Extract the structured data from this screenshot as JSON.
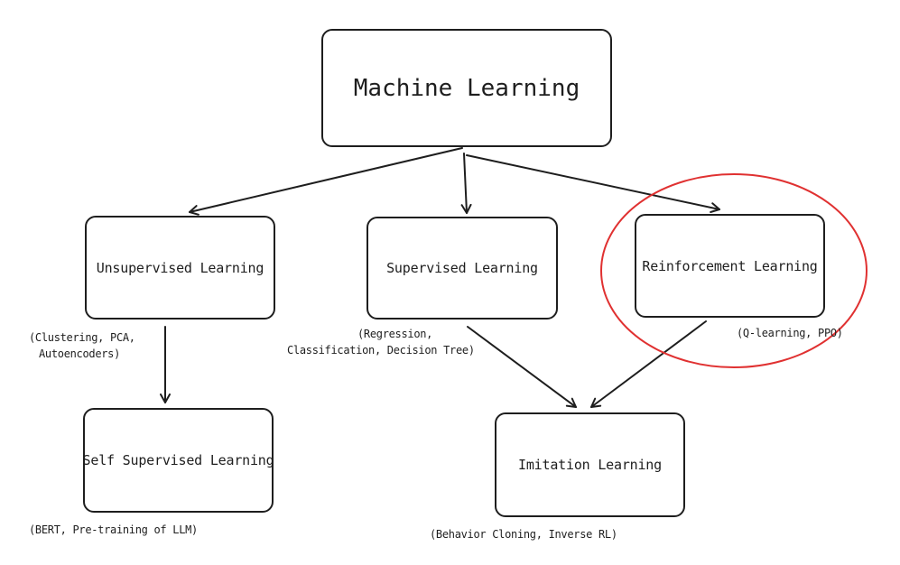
{
  "colors": {
    "stroke": "#1e1e1e",
    "highlight": "#e03131",
    "background": "#ffffff"
  },
  "nodes": {
    "machine_learning": "Machine Learning",
    "unsupervised_learning": "Unsupervised Learning",
    "supervised_learning": "Supervised Learning",
    "reinforcement_learning": "Reinforcement Learning",
    "self_supervised_learning": "Self Supervised Learning",
    "imitation_learning": "Imitation Learning"
  },
  "notes": {
    "unsupervised_line1": "(Clustering, PCA,",
    "unsupervised_line2": "Autoencoders)",
    "supervised_line1": "(Regression,",
    "supervised_line2": "Classification, Decision Tree)",
    "reinforcement": "(Q-learning, PPO)",
    "self_supervised": "(BERT, Pre-training of LLM)",
    "imitation": "(Behavior Cloning, Inverse RL)"
  },
  "edges": [
    {
      "from": "machine_learning",
      "to": "unsupervised_learning"
    },
    {
      "from": "machine_learning",
      "to": "supervised_learning"
    },
    {
      "from": "machine_learning",
      "to": "reinforcement_learning"
    },
    {
      "from": "unsupervised_learning",
      "to": "self_supervised_learning"
    },
    {
      "from": "supervised_learning",
      "to": "imitation_learning"
    },
    {
      "from": "reinforcement_learning",
      "to": "imitation_learning"
    }
  ],
  "highlighted_node": "reinforcement_learning"
}
